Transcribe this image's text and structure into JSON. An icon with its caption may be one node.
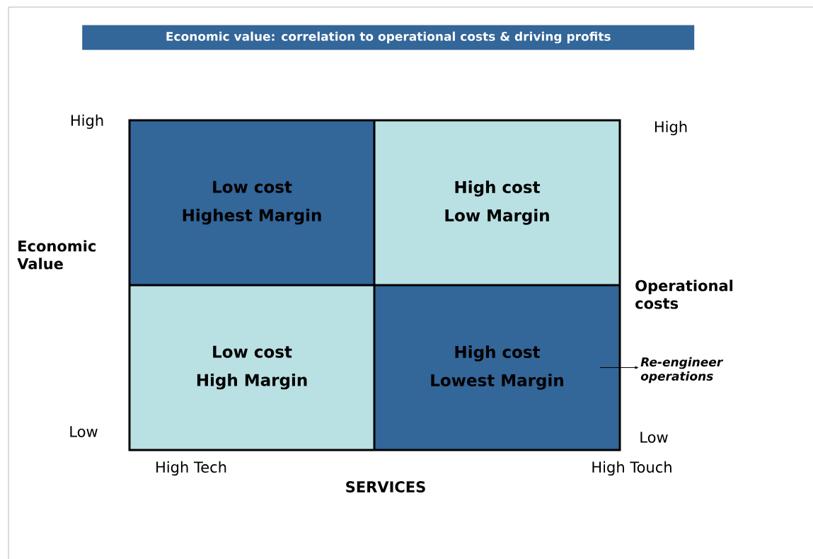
{
  "diagram": {
    "title": "Economic value: correlation to operational costs & driving profits",
    "nodes": [
      {
        "text": [
          "Low cost",
          "Highest Margin"
        ]
      },
      {
        "text": [
          "High cost",
          "Low Margin"
        ]
      },
      {
        "text": [
          "Low cost",
          "High Margin"
        ]
      },
      {
        "text": [
          "High cost",
          "Lowest Margin"
        ]
      },
      {
        "text": [
          "Re-engineer operations"
        ]
      }
    ],
    "edges": [
      {
        "from": 3,
        "to": 4,
        "arrow": "to"
      }
    ],
    "labels": [
      "High",
      "High",
      "Economic Value",
      "Operational costs",
      "Low",
      "Low",
      "High Tech",
      "High Touch",
      "SERVICES"
    ]
  }
}
